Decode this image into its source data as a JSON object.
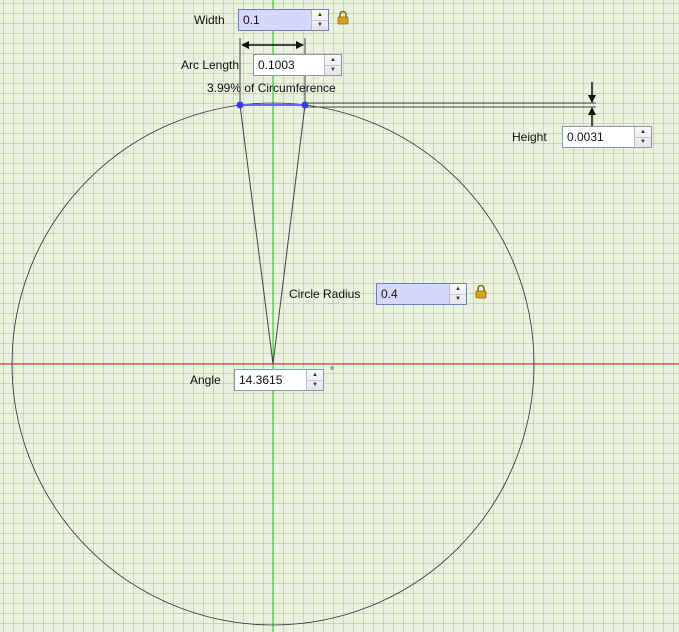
{
  "width": {
    "label": "Width",
    "value": "0.1"
  },
  "arc_length": {
    "label": "Arc Length",
    "value": "0.1003"
  },
  "circumference_note": "3.99% of Circumference",
  "height": {
    "label": "Height",
    "value": "0.0031"
  },
  "circle_radius": {
    "label": "Circle Radius",
    "value": "0.4"
  },
  "angle": {
    "label": "Angle",
    "value": "14.3615",
    "unit": "°"
  },
  "spinner": {
    "up": "▲",
    "down": "▼"
  },
  "colors": {
    "x_axis": "#d42020",
    "y_axis": "#2ec42e",
    "circle": "#333333",
    "chord": "#6a6ae0",
    "endpoint": "#3a3ae8",
    "lock": "#d9a21a"
  }
}
